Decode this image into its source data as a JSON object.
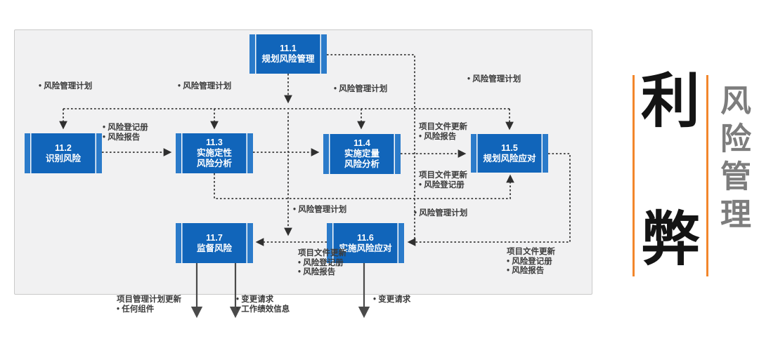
{
  "colors": {
    "node_blue": "#1165ba",
    "node_side_strip_blue": "#2b7bca",
    "panel_bg": "#f1f1f2",
    "panel_border": "#c9c9c9",
    "connector_gray": "#3c3c3c",
    "accent_orange": "#f2862b",
    "side_title_gray": "#7d7d7d",
    "big_char_black": "#141414"
  },
  "diagram": {
    "nodes": [
      {
        "id": "11.1",
        "name": "规划风险管理"
      },
      {
        "id": "11.2",
        "name": "识别风险"
      },
      {
        "id": "11.3",
        "name": "实施定性\n风险分析"
      },
      {
        "id": "11.4",
        "name": "实施定量\n风险分析"
      },
      {
        "id": "11.5",
        "name": "规划风险应对"
      },
      {
        "id": "11.6",
        "name": "实施风险应对"
      },
      {
        "id": "11.7",
        "name": "监督风险"
      }
    ],
    "notes": [
      {
        "lines": [
          "• 风险管理计划"
        ]
      },
      {
        "lines": [
          "• 风险管理计划"
        ]
      },
      {
        "lines": [
          "• 风险管理计划"
        ]
      },
      {
        "lines": [
          "• 风险管理计划"
        ]
      },
      {
        "lines": [
          "• 风险登记册",
          "• 风险报告"
        ]
      },
      {
        "lines": [
          "项目文件更新",
          "• 风险报告"
        ]
      },
      {
        "lines": [
          "项目文件更新",
          "• 风险登记册"
        ]
      },
      {
        "lines": [
          "• 风险管理计划"
        ]
      },
      {
        "lines": [
          "• 风险管理计划"
        ]
      },
      {
        "lines": [
          "项目文件更新",
          "• 风险登记册",
          "• 风险报告"
        ]
      },
      {
        "lines": [
          "项目文件更新",
          "• 风险登记册",
          "• 风险报告"
        ]
      },
      {
        "lines": [
          "项目管理计划更新",
          "• 任何组件"
        ]
      },
      {
        "lines": [
          "• 变更请求",
          "• 工作绩效信息"
        ]
      },
      {
        "lines": [
          "• 变更请求"
        ]
      }
    ]
  },
  "side_panel": {
    "pro_char": "利",
    "con_char": "弊",
    "vertical_title": "风险管理"
  }
}
